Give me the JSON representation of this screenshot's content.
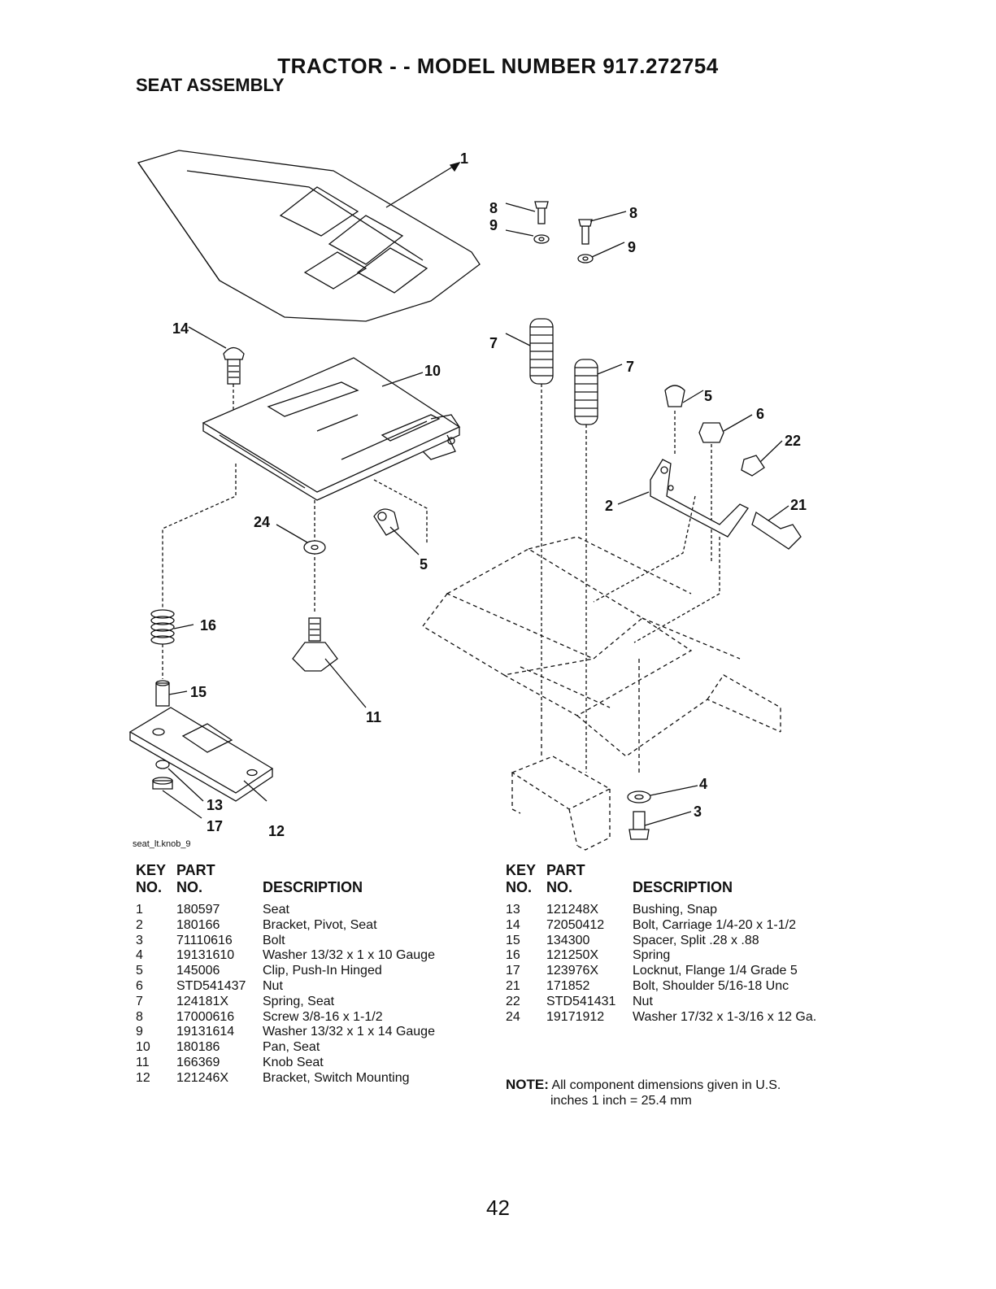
{
  "header": {
    "title": "TRACTOR - - MODEL NUMBER 917.272754",
    "subtitle": "SEAT ASSEMBLY"
  },
  "diagram": {
    "figure_id": "seat_lt.knob_9",
    "callouts": [
      "1",
      "14",
      "10",
      "8",
      "9",
      "8",
      "9",
      "7",
      "7",
      "5",
      "6",
      "22",
      "21",
      "2",
      "24",
      "5",
      "16",
      "15",
      "11",
      "13",
      "17",
      "12",
      "4",
      "3"
    ]
  },
  "table_headers": {
    "key_line1": "KEY",
    "key_line2": "NO.",
    "part_line1": "PART",
    "part_line2": "NO.",
    "description": "DESCRIPTION"
  },
  "parts_left": [
    {
      "key": "1",
      "part": "180597",
      "desc": "Seat"
    },
    {
      "key": "2",
      "part": "180166",
      "desc": "Bracket, Pivot, Seat"
    },
    {
      "key": "3",
      "part": "71110616",
      "desc": "Bolt"
    },
    {
      "key": "4",
      "part": "19131610",
      "desc": "Washer 13/32 x 1 x 10 Gauge"
    },
    {
      "key": "5",
      "part": "145006",
      "desc": "Clip, Push-In Hinged"
    },
    {
      "key": "6",
      "part": "STD541437",
      "desc": "Nut"
    },
    {
      "key": "7",
      "part": "124181X",
      "desc": "Spring, Seat"
    },
    {
      "key": "8",
      "part": "17000616",
      "desc": "Screw 3/8-16 x 1-1/2"
    },
    {
      "key": "9",
      "part": "19131614",
      "desc": "Washer 13/32 x 1 x 14 Gauge"
    },
    {
      "key": "10",
      "part": "180186",
      "desc": "Pan, Seat"
    },
    {
      "key": "11",
      "part": "166369",
      "desc": "Knob Seat"
    },
    {
      "key": "12",
      "part": "121246X",
      "desc": "Bracket, Switch Mounting"
    }
  ],
  "parts_right": [
    {
      "key": "13",
      "part": "121248X",
      "desc": "Bushing, Snap"
    },
    {
      "key": "14",
      "part": "72050412",
      "desc": "Bolt, Carriage 1/4-20 x 1-1/2"
    },
    {
      "key": "15",
      "part": "134300",
      "desc": "Spacer, Split .28 x .88"
    },
    {
      "key": "16",
      "part": "121250X",
      "desc": "Spring"
    },
    {
      "key": "17",
      "part": "123976X",
      "desc": "Locknut, Flange 1/4 Grade 5"
    },
    {
      "key": "21",
      "part": "171852",
      "desc": "Bolt, Shoulder 5/16-18 Unc"
    },
    {
      "key": "22",
      "part": "STD541431",
      "desc": "Nut"
    },
    {
      "key": "24",
      "part": "19171912",
      "desc": "Washer 17/32 x 1-3/16 x 12 Ga."
    }
  ],
  "note": {
    "label": "NOTE:",
    "line1": "All component dimensions given in U.S.",
    "line2": "inches 1 inch = 25.4 mm"
  },
  "page_number": "42"
}
